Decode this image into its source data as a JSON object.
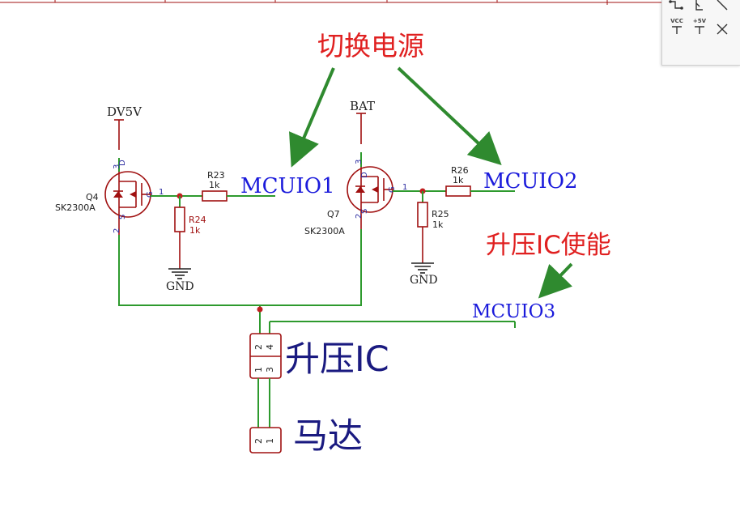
{
  "annotations": {
    "switch_power": "切换电源",
    "boost_enable": "升压IC使能",
    "boost_ic": "升压IC",
    "motor": "马达"
  },
  "nets": {
    "mcuio1": "MCUIO1",
    "mcuio2": "MCUIO2",
    "mcuio3": "MCUIO3",
    "dv5v": "DV5V",
    "bat": "BAT",
    "gnd1": "GND",
    "gnd2": "GND"
  },
  "components": {
    "q4": {
      "ref": "Q4",
      "value": "SK2300A",
      "pin_d": "3",
      "pin_g": "1",
      "pin_s": "2",
      "label_d": "D",
      "label_g": "G",
      "label_s": "S"
    },
    "q7": {
      "ref": "Q7",
      "value": "SK2300A",
      "pin_d": "3",
      "pin_g": "1",
      "pin_s": "2",
      "label_d": "D",
      "label_g": "G",
      "label_s": "S"
    },
    "r23": {
      "ref": "R23",
      "value": "1k"
    },
    "r24": {
      "ref": "R24",
      "value": "1k"
    },
    "r25": {
      "ref": "R25",
      "value": "1k"
    },
    "r26": {
      "ref": "R26",
      "value": "1k"
    },
    "u_boost": {
      "pins": [
        "2",
        "4",
        "1",
        "3"
      ]
    },
    "motor_conn": {
      "pins": [
        "2",
        "1"
      ]
    }
  },
  "toolbar": {
    "vcc": "VCC",
    "plus5v": "+5V"
  },
  "colors": {
    "wire": "#2e9a2e",
    "part": "#a01010",
    "net_label": "#1a1adb",
    "annotation_red": "#e02020",
    "arrow": "#2f8a2f",
    "dark_label": "#1a1a80"
  }
}
